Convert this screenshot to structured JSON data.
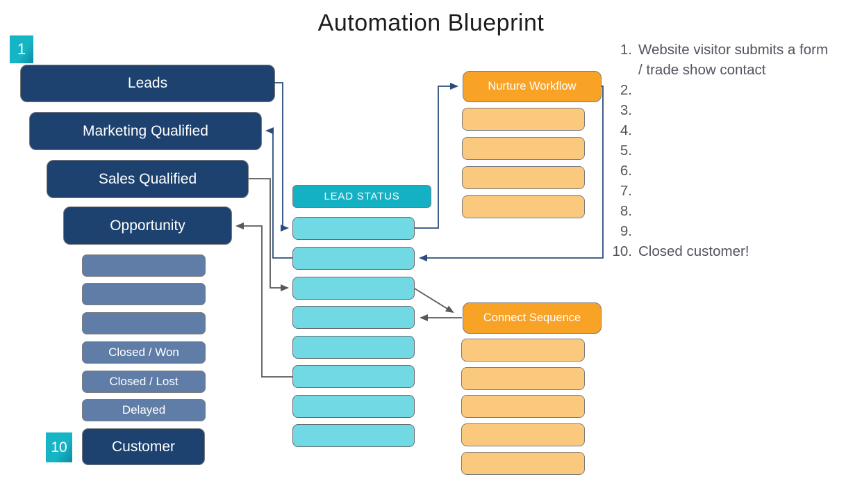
{
  "title": "Automation Blueprint",
  "colors": {
    "navy": "#1d4270",
    "steel_blue": "#5f7da6",
    "teal_header": "#14b1c4",
    "cyan_row": "#70d9e3",
    "orange_header": "#f8a226",
    "orange_row": "#fbc97e",
    "badge_teal": "#16b5c5",
    "connector_navy": "#2b4d7d",
    "connector_gray": "#595959",
    "list_text": "#53535f"
  },
  "badges": {
    "start": "1",
    "end": "10"
  },
  "funnel": {
    "stages": [
      {
        "label": "Leads"
      },
      {
        "label": "Marketing Qualified"
      },
      {
        "label": "Sales Qualified"
      },
      {
        "label": "Opportunity"
      },
      {
        "label": ""
      },
      {
        "label": ""
      },
      {
        "label": ""
      },
      {
        "label": "Closed / Won"
      },
      {
        "label": "Closed / Lost"
      },
      {
        "label": "Delayed"
      },
      {
        "label": "Customer"
      }
    ]
  },
  "lead_status": {
    "header": "LEAD STATUS",
    "empty_rows": 8
  },
  "nurture_workflow": {
    "header": "Nurture Workflow",
    "empty_rows": 4
  },
  "connect_sequence": {
    "header": "Connect Sequence",
    "empty_rows": 5
  },
  "steps": {
    "items": [
      {
        "num": "1.",
        "text": "Website visitor submits a form / trade show contact"
      },
      {
        "num": "2.",
        "text": ""
      },
      {
        "num": "3.",
        "text": ""
      },
      {
        "num": "4.",
        "text": ""
      },
      {
        "num": "5.",
        "text": ""
      },
      {
        "num": "6.",
        "text": ""
      },
      {
        "num": "7.",
        "text": ""
      },
      {
        "num": "8.",
        "text": ""
      },
      {
        "num": "9.",
        "text": ""
      },
      {
        "num": "10.",
        "text": "Closed customer!"
      }
    ]
  }
}
